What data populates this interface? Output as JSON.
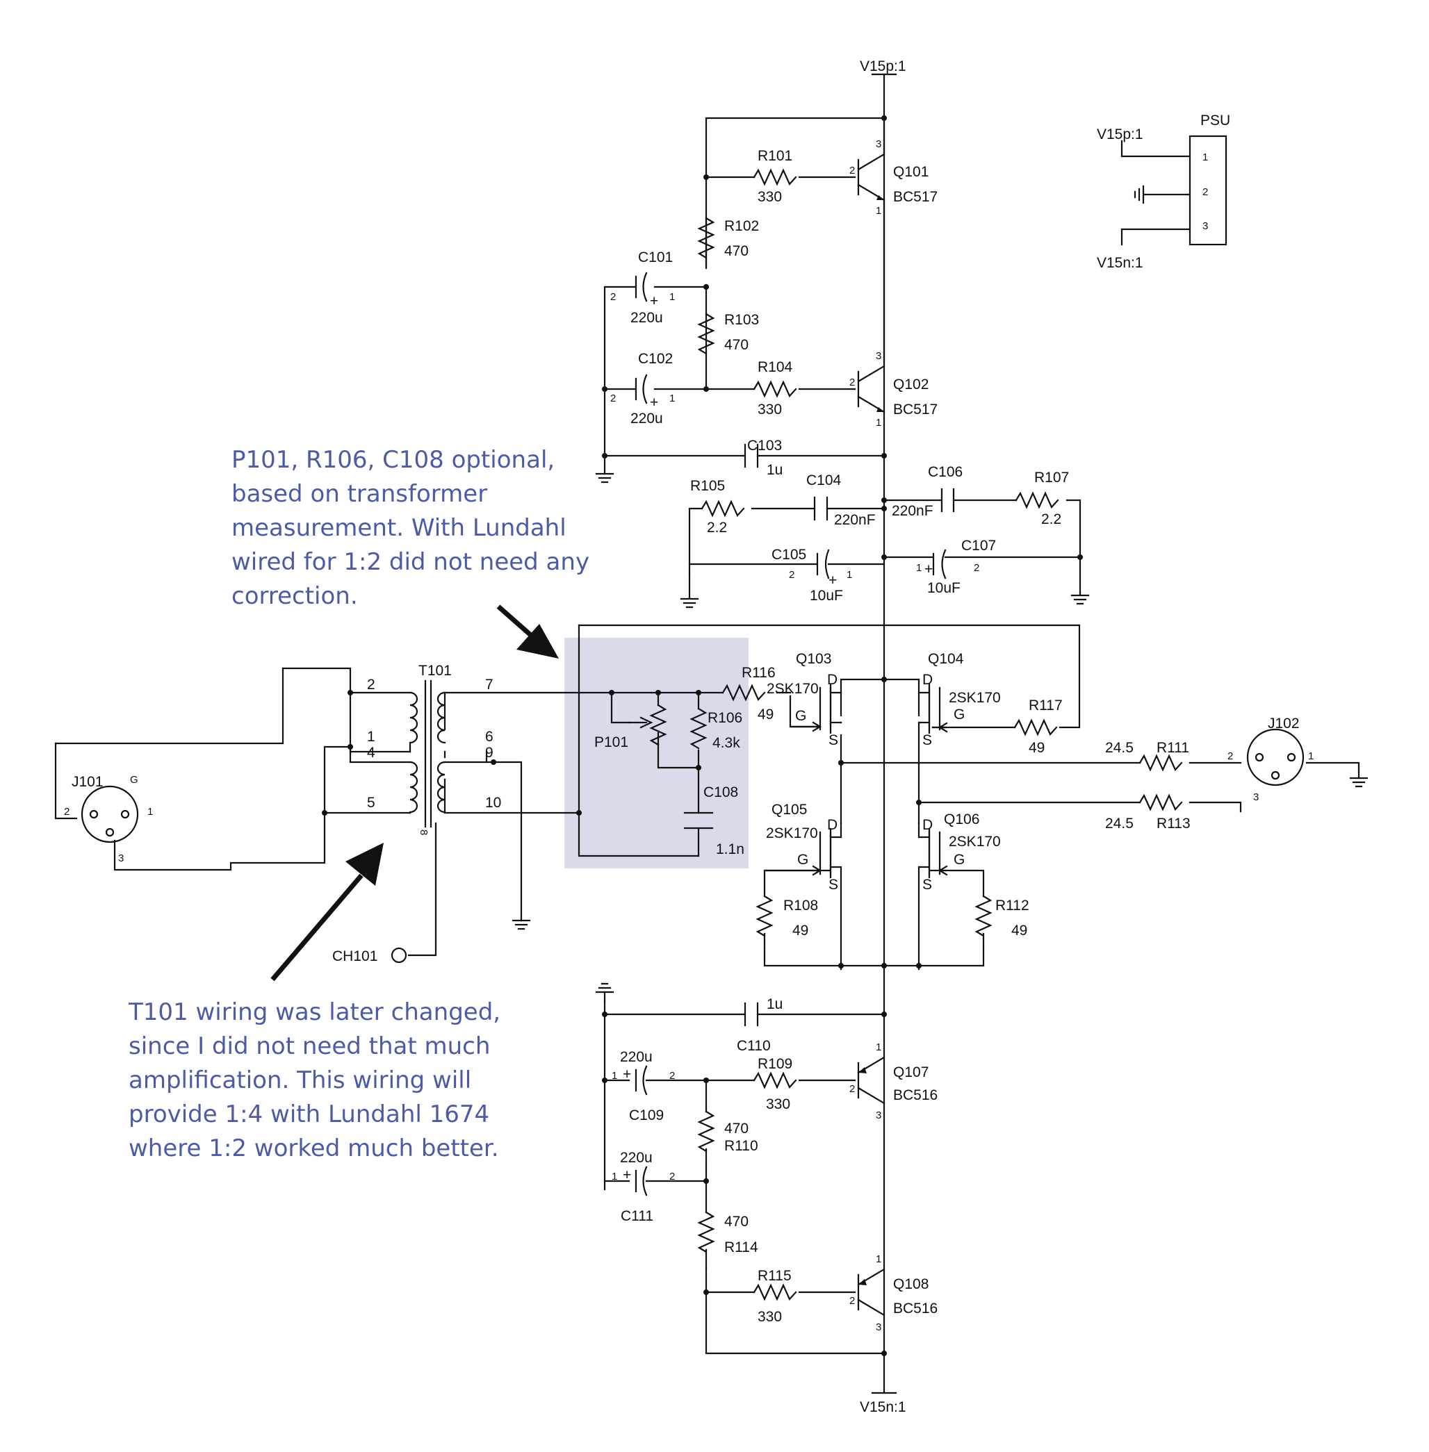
{
  "notes": {
    "optional": "P101, R106, C108 optional,\nbased on transformer\nmeasurement. With Lundahl\nwired for 1:2 did not need any\ncorrection.",
    "wiring": "T101 wiring was later changed,\nsince I did not need that much\namplification. This wiring will\nprovide 1:4 with Lundahl 1674\nwhere 1:2 worked much better."
  },
  "colors": {
    "note": "#4b5ba8",
    "highlight": "#d9dbeb",
    "wire": "#111111"
  },
  "rails": {
    "pos": "V15p:1",
    "neg": "V15n:1"
  },
  "psu": {
    "title": "PSU",
    "pos": "V15p:1",
    "neg": "V15n:1",
    "pins": [
      "1",
      "2",
      "3"
    ]
  },
  "labels": {
    "R101": "R101",
    "R101v": "330",
    "R102": "R102",
    "R102v": "470",
    "R103": "R103",
    "R103v": "470",
    "R104": "R104",
    "R104v": "330",
    "R105": "R105",
    "R105v": "2.2",
    "R106": "R106",
    "R106v": "4.3k",
    "R107": "R107",
    "R107v": "2.2",
    "R108": "R108",
    "R108v": "49",
    "R109": "R109",
    "R109v": "330",
    "R110": "R110",
    "R110v": "470",
    "R111": "R111",
    "R111v": "24.5",
    "R112": "R112",
    "R112v": "49",
    "R113": "R113",
    "R113v": "24.5",
    "R114": "R114",
    "R114v": "470",
    "R115": "R115",
    "R115v": "330",
    "R116": "R116",
    "R116v": "49",
    "R117": "R117",
    "R117v": "49",
    "C101": "C101",
    "C101v": "220u",
    "C102": "C102",
    "C102v": "220u",
    "C103": "C103",
    "C103v": "1u",
    "C104": "C104",
    "C104v": "220nF",
    "C105": "C105",
    "C105v": "10uF",
    "C106": "C106",
    "C106v": "220nF",
    "C107": "C107",
    "C107v": "10uF",
    "C108": "C108",
    "C108v": "1.1n",
    "C109": "C109",
    "C109v": "220u",
    "C110": "C110",
    "C110v": "1u",
    "C111": "C111",
    "C111v": "220u",
    "Q101": "Q101",
    "Q101v": "BC517",
    "Q102": "Q102",
    "Q102v": "BC517",
    "Q107": "Q107",
    "Q107v": "BC516",
    "Q108": "Q108",
    "Q108v": "BC516",
    "Q103": "Q103",
    "Q103v": "2SK170",
    "Q104": "Q104",
    "Q104v": "2SK170",
    "Q105": "Q105",
    "Q105v": "2SK170",
    "Q106": "Q106",
    "Q106v": "2SK170",
    "P101": "P101",
    "T101": "T101",
    "CH101": "CH101",
    "J101": "J101",
    "J102": "J102",
    "D": "D",
    "S": "S",
    "G": "G",
    "plus": "+"
  },
  "pins": {
    "t2": "2",
    "t1": "1",
    "t4": "4",
    "t5": "5",
    "t7": "7",
    "t6": "6",
    "t9": "9",
    "t10": "10",
    "t8": "8",
    "j101_1": "1",
    "j101_2": "2",
    "j101_3": "3",
    "j101_g": "G",
    "j102_1": "1",
    "j102_2": "2",
    "j102_3": "3",
    "q1": "1",
    "q2": "2",
    "q3": "3",
    "c1": "1",
    "c2": "2"
  }
}
